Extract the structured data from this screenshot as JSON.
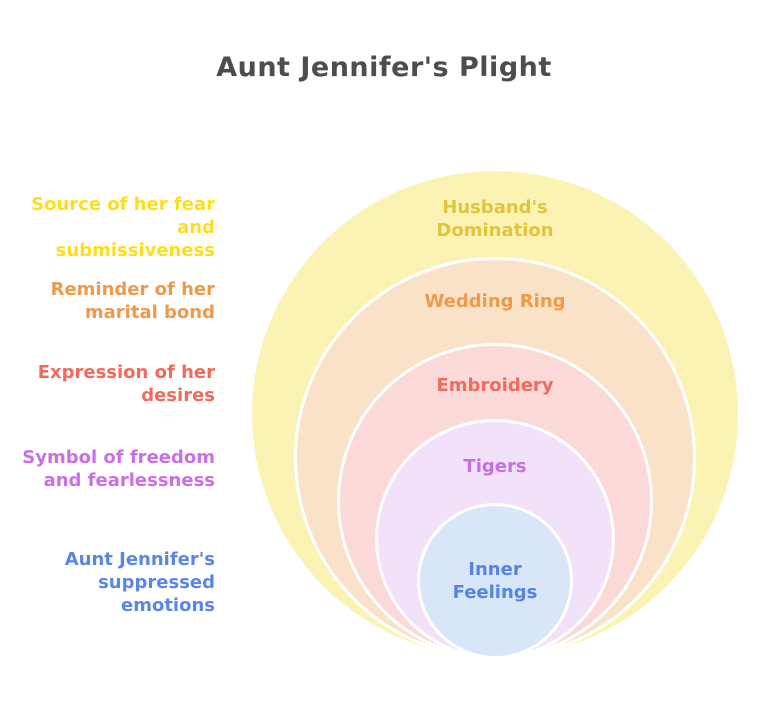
{
  "page": {
    "background": "#FFFFFF"
  },
  "title": {
    "text": "Aunt Jennifer's Plight",
    "color": "#4D4D4D"
  },
  "diagram": {
    "type": "nested-circles",
    "border_color": "#FFFFFF",
    "rings": [
      {
        "name": "Husband's Domination",
        "label_lines": [
          "Husband's",
          "Domination"
        ],
        "side_label_lines": [
          "Source of her fear",
          "and submissiveness"
        ],
        "fill": "#FBF3B4",
        "label_color": "#E2C43C",
        "side_label_color": "#FFDD1E"
      },
      {
        "name": "Wedding Ring",
        "label_lines": [
          "Wedding Ring"
        ],
        "side_label_lines": [
          "Reminder of her",
          "marital bond"
        ],
        "fill": "#FAE2C9",
        "label_color": "#F09A49",
        "side_label_color": "#F09A49"
      },
      {
        "name": "Embroidery",
        "label_lines": [
          "Embroidery"
        ],
        "side_label_lines": [
          "Expression of her",
          "desires"
        ],
        "fill": "#FAD9D8",
        "label_color": "#F26A5C",
        "side_label_color": "#F4695B"
      },
      {
        "name": "Tigers",
        "label_lines": [
          "Tigers"
        ],
        "side_label_lines": [
          "Symbol of freedom",
          "and fearlessness"
        ],
        "fill": "#F1E2FA",
        "label_color": "#C76FE6",
        "side_label_color": "#C96FE8"
      },
      {
        "name": "Inner Feelings",
        "label_lines": [
          "Inner",
          "Feelings"
        ],
        "side_label_lines": [
          "Aunt Jennifer's",
          "suppressed",
          "emotions"
        ],
        "fill": "#D9E6F8",
        "label_color": "#5584E6",
        "side_label_color": "#5A86E9"
      }
    ]
  }
}
